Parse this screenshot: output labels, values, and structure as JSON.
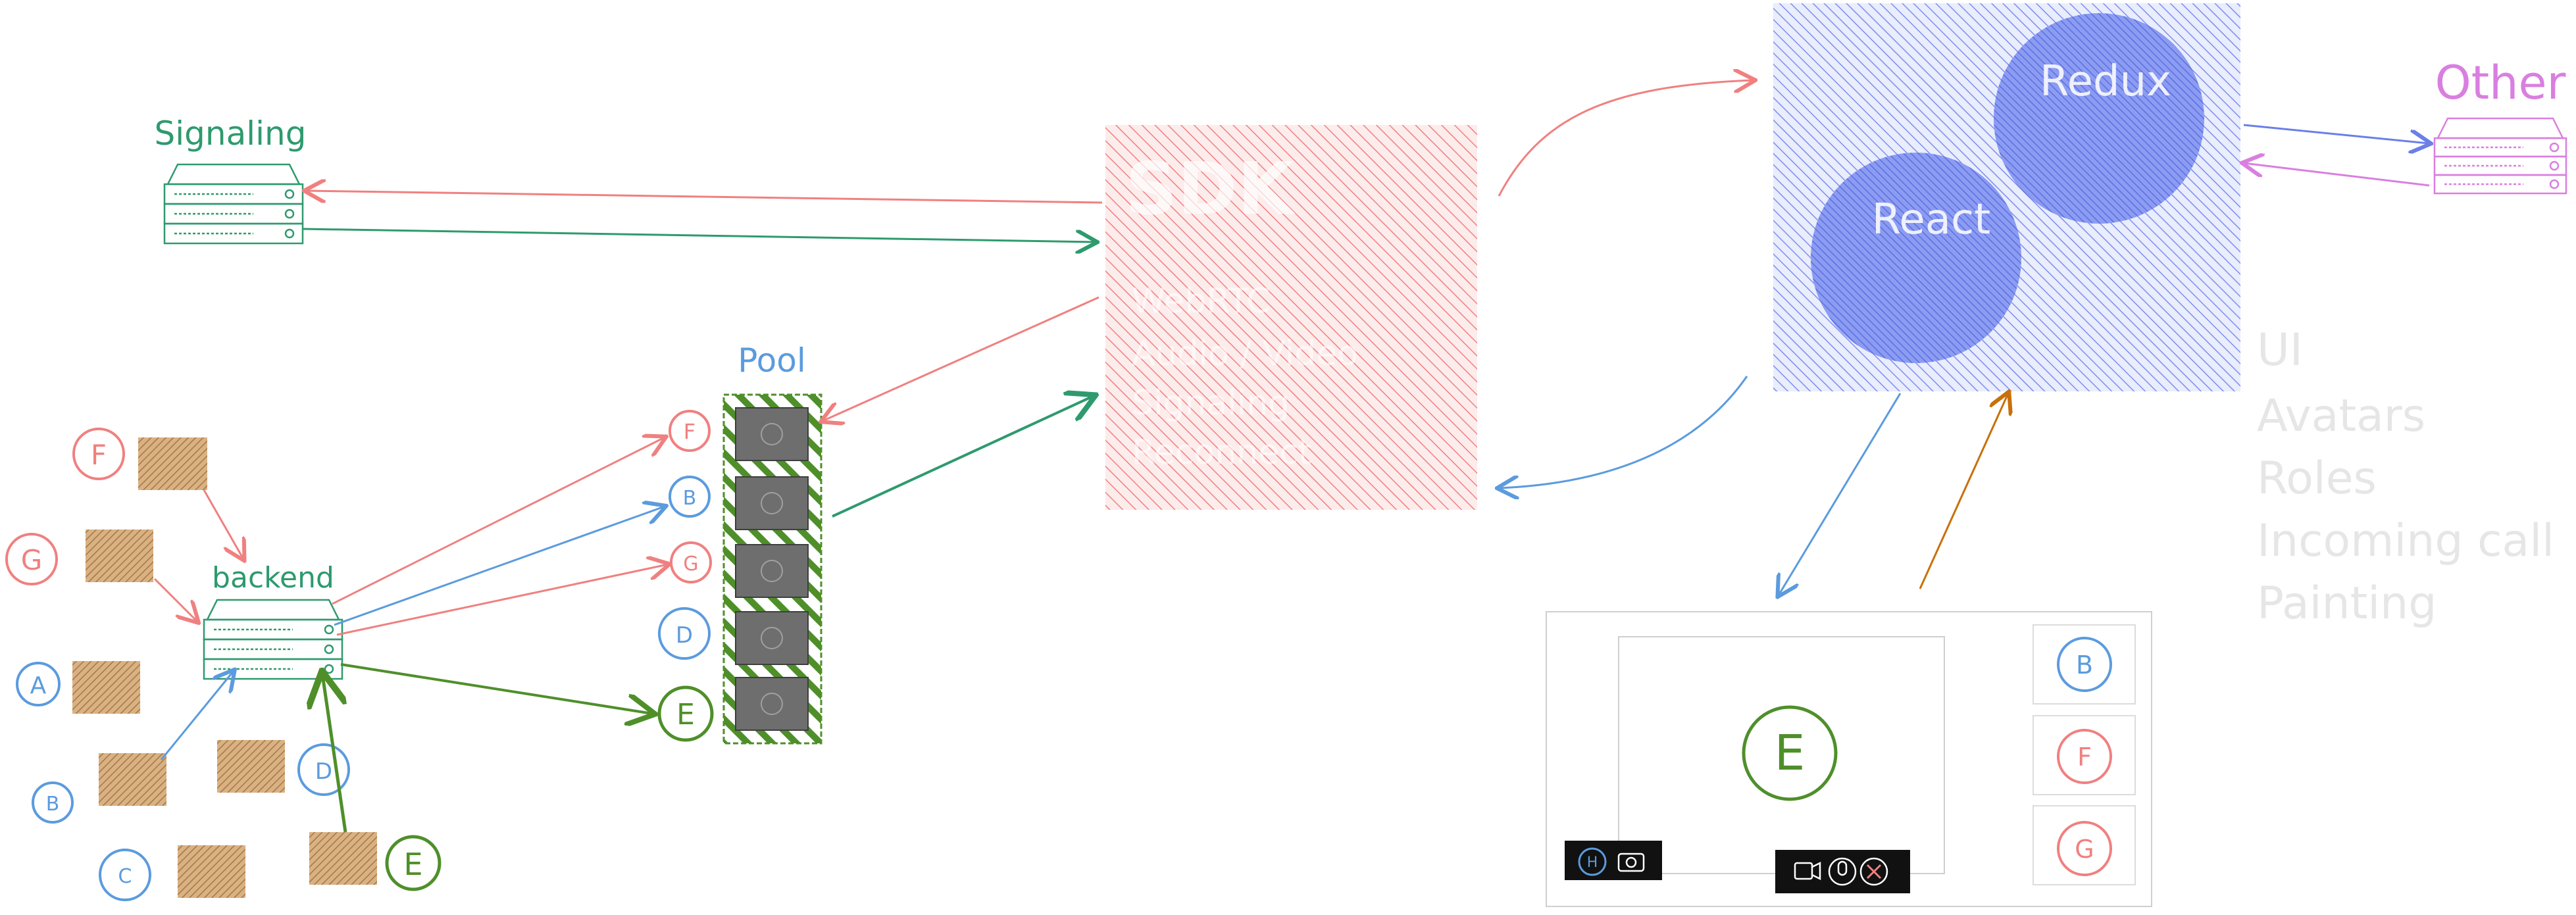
{
  "labels": {
    "signaling": "Signaling",
    "backend": "backend",
    "pool": "Pool",
    "sdk": "SDK",
    "redux": "Redux",
    "react": "React",
    "other": "Other"
  },
  "sdk_features": [
    "WebRTC",
    "Audio / Video",
    "Signaling",
    "Reconnect"
  ],
  "ui_features": [
    "UI",
    "Avatars",
    "Roles",
    "Incoming call",
    "Painting"
  ],
  "participants": {
    "left": [
      "F",
      "G",
      "A",
      "B",
      "C",
      "D",
      "E"
    ],
    "pool": [
      "F",
      "B",
      "G",
      "D",
      "E"
    ],
    "call_main": "E",
    "call_side": [
      "B",
      "F",
      "G"
    ],
    "call_self": "H"
  },
  "colors": {
    "red": "#f08080",
    "green": "#2e9a6e",
    "blue": "#5b9bde",
    "dark_green": "#4f8f2a",
    "brown": "#b07a3a",
    "purple": "#d97fe0",
    "indigo": "#6b7fe8",
    "orange": "#c8700a",
    "gray_text": "#e6e6e6"
  },
  "icons": [
    "server-icon",
    "image-placeholder-icon",
    "video-icon",
    "microphone-icon",
    "hangup-icon",
    "camera-icon"
  ]
}
